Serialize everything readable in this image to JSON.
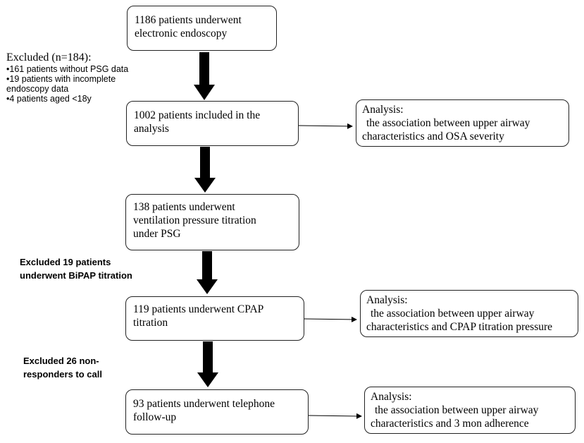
{
  "boxes": {
    "b1": {
      "lines": [
        "1186 patients underwent",
        "electronic endoscopy"
      ]
    },
    "b2": {
      "lines": [
        "1002 patients included in the",
        "analysis"
      ]
    },
    "b3": {
      "lines": [
        "138 patients underwent",
        "ventilation  pressure titration",
        "under PSG"
      ]
    },
    "b4": {
      "lines": [
        "119 patients underwent CPAP",
        "titration"
      ]
    },
    "b5": {
      "lines": [
        "93 patients underwent telephone",
        "follow-up"
      ]
    }
  },
  "analyses": {
    "a1": {
      "lines": [
        "Analysis:",
        "the  association between upper airway",
        "characteristics and OSA severity"
      ]
    },
    "a2": {
      "lines": [
        "Analysis:",
        "the  association between upper airway",
        "characteristics and CPAP titration pressure"
      ]
    },
    "a3": {
      "lines": [
        "Analysis:",
        "the  association between upper airway",
        "characteristics and 3 mon adherence"
      ]
    }
  },
  "exclusions": {
    "e1": {
      "title": "Excluded (n=184):",
      "items": [
        "•161 patients without PSG data",
        "•19 patients with incomplete",
        "endoscopy data",
        "•4 patients aged <18y"
      ]
    },
    "e2": {
      "lines": [
        "Excluded  19 patients",
        "underwent BiPAP titration"
      ]
    },
    "e3": {
      "lines": [
        "Excluded  26  non-",
        "responders to call"
      ]
    }
  }
}
